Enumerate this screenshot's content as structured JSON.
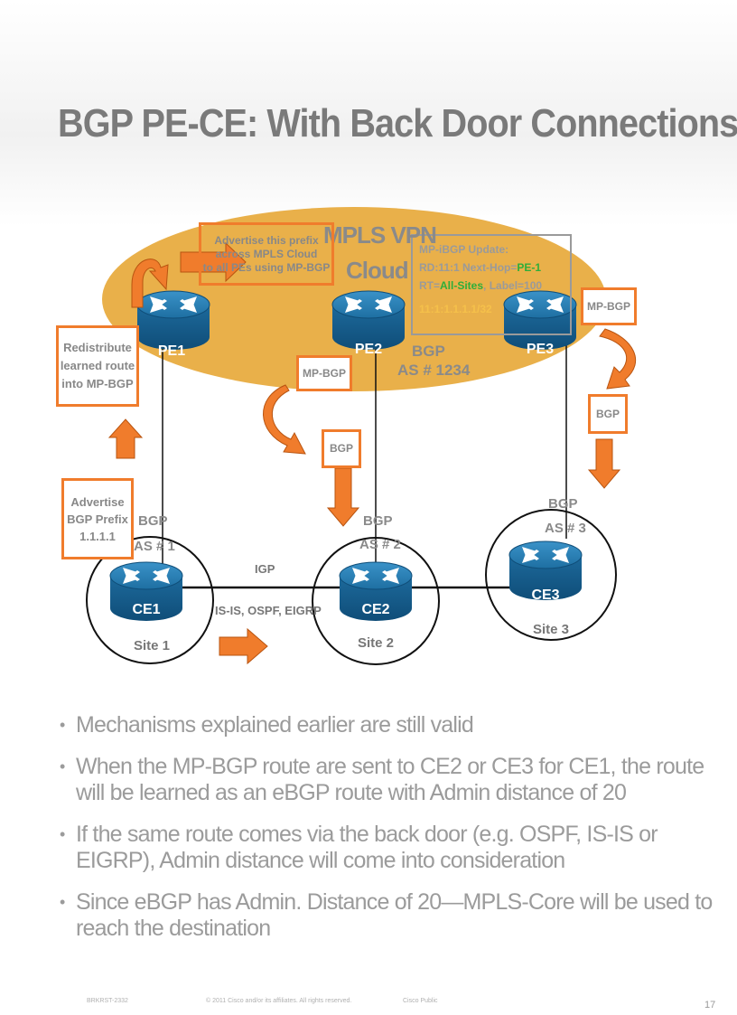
{
  "title": "BGP PE-CE: With Back Door Connections",
  "cloud": {
    "line1": "MPLS VPN",
    "line2": "Cloud",
    "bgp_line1": "BGP",
    "bgp_line2": "AS # 1234"
  },
  "routers": {
    "pe1": "PE1",
    "pe2": "PE2",
    "pe3": "PE3",
    "ce1": "CE1",
    "ce2": "CE2",
    "ce3": "CE3"
  },
  "sites": {
    "site1": "Site 1",
    "site2": "Site 2",
    "site3": "Site 3"
  },
  "site_as": {
    "site1": {
      "line1": "BGP",
      "line2": "AS # 1"
    },
    "site2": {
      "line1": "BGP",
      "line2": "AS # 2"
    },
    "site3": {
      "line1": "BGP",
      "line2": "AS # 3"
    }
  },
  "igp": {
    "label": "IGP",
    "protocols": "IS-IS, OSPF, EIGRP"
  },
  "callouts": {
    "advertise_prefix_mpls": [
      "Advertise this prefix",
      "across MPLS Cloud",
      "to all PEs using MP-BGP"
    ],
    "redistribute": [
      "Redistribute",
      "learned route",
      "into MP-BGP"
    ],
    "advertise_bgp_prefix": [
      "Advertise",
      "BGP Prefix",
      "1.1.1.1"
    ],
    "mp_bgp_pe2": "MP-BGP",
    "mp_bgp_pe3": "MP-BGP",
    "bgp_ce2": "BGP",
    "bgp_ce3": "BGP"
  },
  "update_box": {
    "line1": "MP-iBGP Update:",
    "line2_prefix": "RD:11:1 Next-Hop=",
    "line2_value": "PE-1",
    "line3_prefix": "RT=",
    "line3_value": "All-Sites",
    "line3_suffix": ", Label=100",
    "line4": "11:1:1.1.1.1/32"
  },
  "colors": {
    "accent": "#f07c2c",
    "cloud": "#e9b04a",
    "router": "#1e6fa2",
    "green": "#2fae3a",
    "text_gray": "#8a8a8a"
  },
  "bullets": [
    "Mechanisms explained earlier are still valid",
    "When the MP-BGP route are sent to CE2 or CE3 for CE1, the route  will be learned as an eBGP route with Admin distance of 20",
    "If the same route comes via the back door (e.g. OSPF, IS-IS or EIGRP), Admin distance will come into consideration",
    "Since eBGP has Admin. Distance of 20—MPLS-Core will be used to reach the destination"
  ],
  "footer": {
    "session": "BRKRST-2332",
    "copyright": "© 2011 Cisco and/or its affiliates. All rights reserved.",
    "classification": "Cisco Public",
    "page": "17"
  }
}
